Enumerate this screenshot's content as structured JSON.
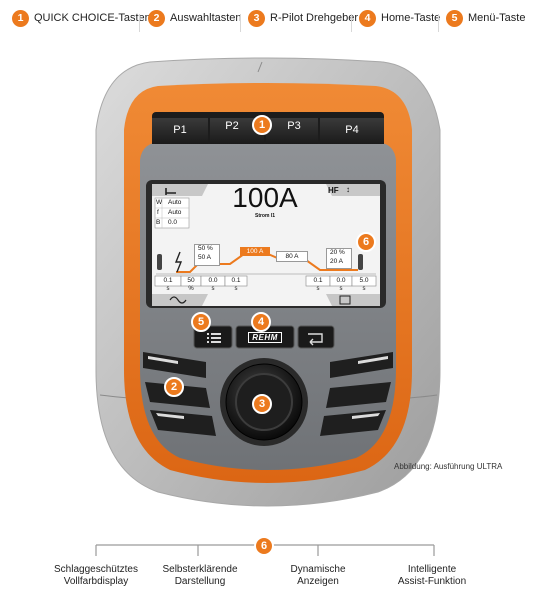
{
  "legend": [
    {
      "num": "1",
      "label": "QUICK CHOICE-Tasten"
    },
    {
      "num": "2",
      "label": "Auswahltasten"
    },
    {
      "num": "3",
      "label": "R-Pilot Drehgeber"
    },
    {
      "num": "4",
      "label": "Home-Taste"
    },
    {
      "num": "5",
      "label": "Menü-Taste"
    }
  ],
  "quick_choice_keys": [
    "P1",
    "P2",
    "P3",
    "P4"
  ],
  "display": {
    "main_value": "100A",
    "main_caption": "Strom I1",
    "hf_label": "HF",
    "params": [
      {
        "key": "W",
        "value": "Auto"
      },
      {
        "key": "f",
        "value": "Auto"
      },
      {
        "key": "B",
        "value": "0.0"
      }
    ],
    "left_percent": "50 %",
    "left_current": "50 A",
    "peak_current": "100 A",
    "mid_current": "80 A",
    "right_percent": "20 %",
    "right_current": "20 A",
    "row_values": [
      "0.1",
      "50",
      "0.0",
      "0.1",
      "0.1",
      "0.0",
      "5.0"
    ],
    "row_units": [
      "s",
      "%",
      "s",
      "s",
      "s",
      "s",
      "s"
    ]
  },
  "brand": "REHM",
  "callouts": {
    "c1": "1",
    "c2": "2",
    "c3": "3",
    "c4": "4",
    "c5": "5",
    "c6": "6",
    "c6b": "6"
  },
  "caption": "Abbildung: Ausführung ULTRA",
  "features": [
    {
      "line1": "Schlaggeschütztes",
      "line2": "Vollfarbdisplay"
    },
    {
      "line1": "Selbsterklärende",
      "line2": "Darstellung"
    },
    {
      "line1": "Dynamische",
      "line2": "Anzeigen"
    },
    {
      "line1": "Intelligente",
      "line2": "Assist-Funktion"
    }
  ],
  "colors": {
    "accent": "#ec7a1e",
    "housing": "#8b8e92",
    "display_bg": "#f2f2f2"
  }
}
